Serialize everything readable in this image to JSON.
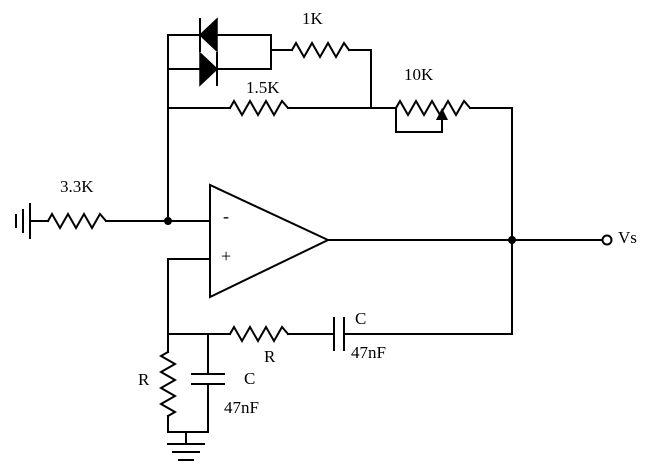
{
  "labels": {
    "r_top": "1K",
    "r_mid": "1.5K",
    "pot": "10K",
    "r_in": "3.3K",
    "out": "Vs",
    "r_series": "R",
    "c_series": "C",
    "c_series_val": "47nF",
    "r_shunt": "R",
    "c_shunt": "C",
    "c_shunt_val": "47nF",
    "opamp_minus": "-",
    "opamp_plus": "+"
  }
}
